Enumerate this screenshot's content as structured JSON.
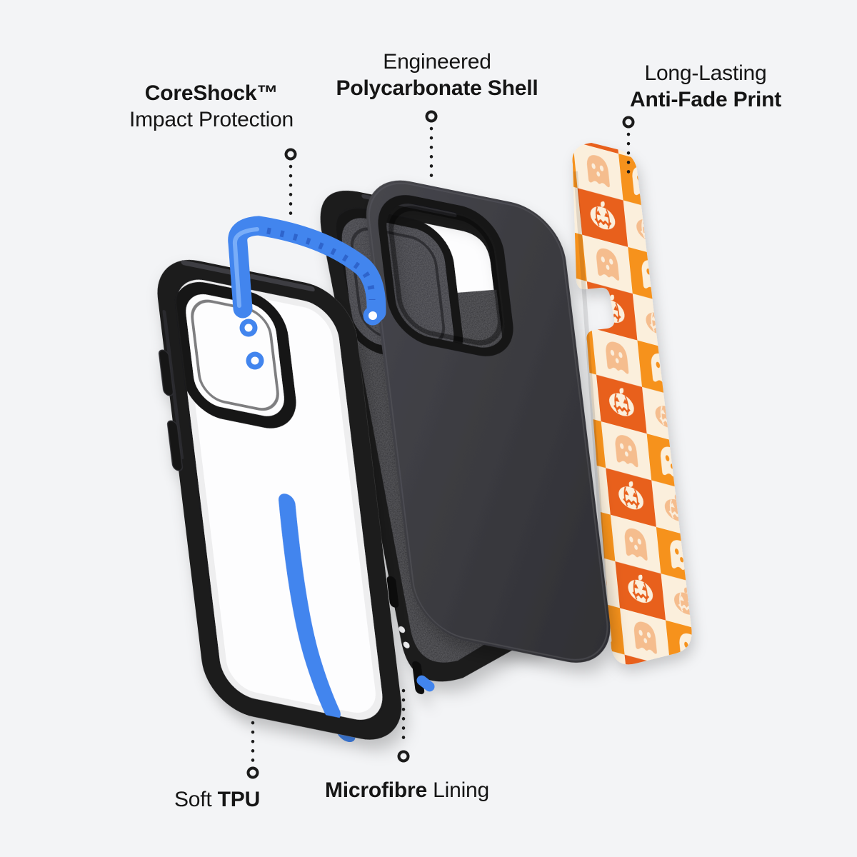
{
  "annotations": {
    "coreshock": {
      "bold": "CoreShock™",
      "regular": "Impact Protection"
    },
    "polycarbonate": {
      "regular": "Engineered",
      "bold": "Polycarbonate Shell"
    },
    "antifade": {
      "regular": "Long-Lasting",
      "bold": "Anti-Fade Print"
    },
    "tpu": {
      "regular": "Soft",
      "bold": "TPU"
    },
    "microfibre": {
      "bold": "Microfibre",
      "regular": "Lining"
    }
  },
  "colors": {
    "background": "#f3f4f6",
    "label_text": "#151515",
    "leader": "#1b1b1b",
    "accent_blue": "#4285EE",
    "accent_blue_dark": "#2a5ec6",
    "accent_blue_light": "#7fb1f8",
    "case_black": "#1b1b1d",
    "microfibre": "#242428",
    "shell_gray": "#3a3a3f",
    "print_cream": "#FBEFDC",
    "print_orange": "#F6921E",
    "print_dark_orange": "#E8611F",
    "print_faint_icon": "#F4B885"
  },
  "print_pattern": {
    "type": "checkerboard",
    "icons": [
      "ghost-icon",
      "pumpkin-icon"
    ]
  }
}
